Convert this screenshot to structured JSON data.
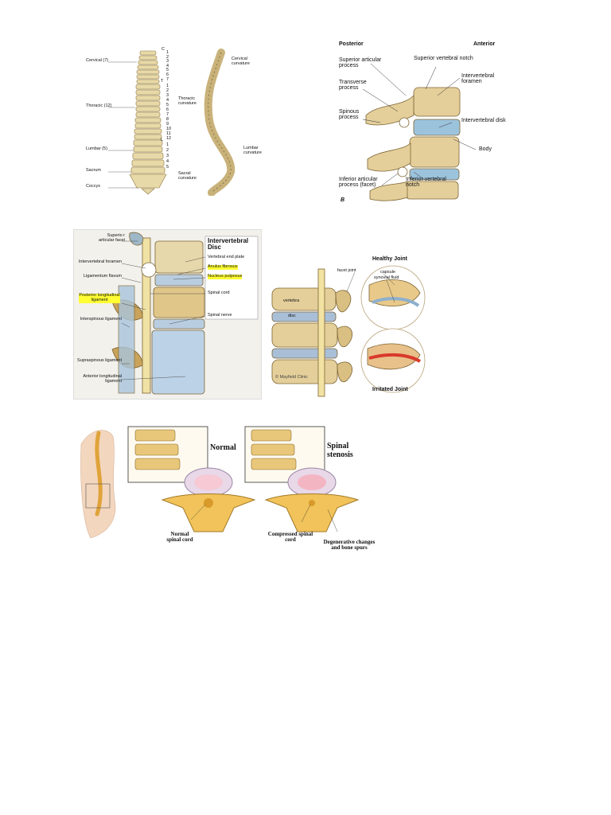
{
  "spine_overview": {
    "region_labels": [
      "Cervical (7)",
      "Thoracic (12)",
      "Lumbar (5)",
      "Sacrum",
      "Coccyx"
    ],
    "vertebra_letters": [
      "C",
      "T",
      "L"
    ],
    "cervical_numbers": [
      "1",
      "2",
      "3",
      "4",
      "5",
      "6",
      "7"
    ],
    "thoracic_numbers": [
      "1",
      "2",
      "3",
      "4",
      "5",
      "6",
      "7",
      "8",
      "9",
      "10",
      "11",
      "12"
    ],
    "lumbar_numbers": [
      "1",
      "2",
      "3",
      "4",
      "5"
    ],
    "curvature_labels": [
      "Cervical curvature",
      "Thoracic curvature",
      "Lumbar curvature",
      "Sacral curvature"
    ]
  },
  "vertebra_side_view": {
    "header_left": "Posterior",
    "header_right": "Anterior",
    "left_labels": [
      "Superior articular process",
      "Transverse process",
      "Spinous process",
      "Inferior articular process (facet)"
    ],
    "right_labels": [
      "Superior vertebral notch",
      "Intervertebral foramen",
      "Intervertebral disk",
      "Body"
    ],
    "bottom_label": "Inferior vertebral notch",
    "panel_letter": "B"
  },
  "disc_ligaments": {
    "box_title": "Intervertebral Disc",
    "right_labels": [
      "Vertebral end plate",
      "Anulus fibrosus",
      "Nucleus pulposus",
      "Spinal cord",
      "Spinal nerve"
    ],
    "left_labels": [
      "Superio r articular facet",
      "Intervertebral foramen",
      "Ligamentum flavum",
      "Posterior longitudinal ligament",
      "Interspinous ligament",
      "Supraspinous ligament",
      "Anterior longitudinal ligament"
    ]
  },
  "facet_joint": {
    "title_top": "Healthy Joint",
    "title_bottom": "Irritated Joint",
    "labels": [
      "facet joint",
      "capsule",
      "synovial fluid",
      "vertebra",
      "disc"
    ],
    "copyright": "© Mayfield Clinic"
  },
  "stenosis": {
    "normal_title": "Normal",
    "stenosis_title": "Spinal stenosis",
    "normal_caption": "Normal spinal cord",
    "compressed_caption": "Compressed spinal cord",
    "degenerative_caption": "Degenerative changes and bone spurs"
  }
}
